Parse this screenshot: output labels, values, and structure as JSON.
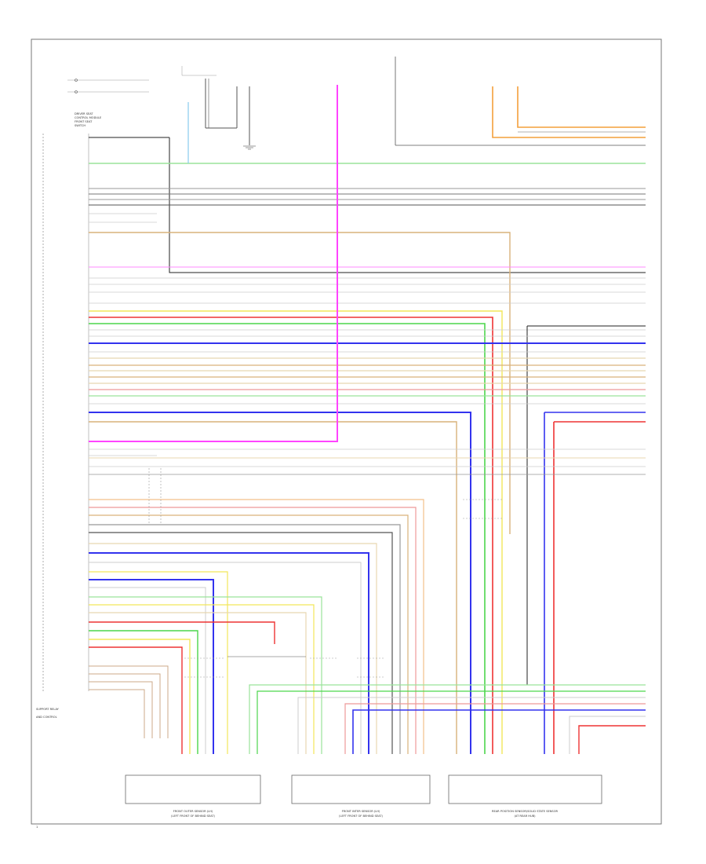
{
  "colors": {
    "frame": "#777777",
    "black": "#222222",
    "gray": "#999999",
    "white_wire": "#cccccc",
    "orange": "#f4a03c",
    "green": "#4cd64c",
    "lightgreen": "#9ae39a",
    "pink": "#ff44ff",
    "yellow": "#f2e75a",
    "red": "#ee3333",
    "blue": "#3333ee",
    "tan": "#d9b27a",
    "beige": "#e8d7b0",
    "lightblue": "#88ccee"
  },
  "module": {
    "label_lines": [
      "DRIVER SEAT",
      "CONTROL MODULE",
      "FRONT SEAT",
      "SWITCH"
    ],
    "footer_lines": [
      "SUPPORT RELAY"
    ],
    "footer_right": [
      "AND CONTROL"
    ]
  },
  "bottom_modules": [
    {
      "lines": [
        "FRONT OUTER SENSOR (LH)",
        "(LEFT FRONT OF BEHIND SEAT)"
      ]
    },
    {
      "lines": [
        "FRONT INTER SENSOR (LH)",
        "(LEFT FRONT OF BEHIND SEAT)"
      ]
    },
    {
      "lines": [
        "REAR POSITION SENSOR/SOLID STATE SENSOR",
        "(AT REAR HUB)"
      ]
    }
  ],
  "page_number": "1"
}
